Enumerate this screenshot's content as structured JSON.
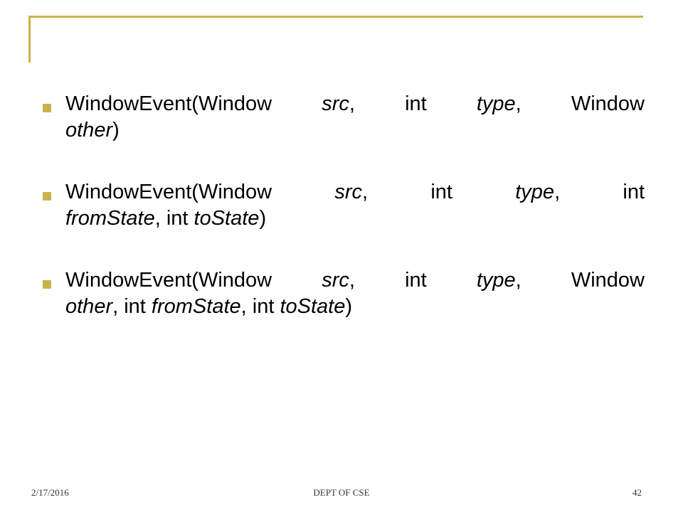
{
  "slide": {
    "bullets": [
      {
        "line1": [
          "WindowEvent(Window ",
          "src",
          ", int ",
          "type",
          ", Window"
        ],
        "line2": [
          "",
          "other",
          ")"
        ]
      },
      {
        "line1": [
          "WindowEvent(Window ",
          "src",
          ", int ",
          "type",
          ", int"
        ],
        "line2": [
          "",
          "fromState",
          ", int ",
          "toState",
          ")"
        ]
      },
      {
        "line1": [
          "WindowEvent(Window ",
          "src",
          ", int ",
          "type",
          ", Window"
        ],
        "line2": [
          "",
          "other",
          ", int ",
          "fromState",
          ", int ",
          "toState",
          ")"
        ]
      }
    ]
  },
  "footer": {
    "date": "2/17/2016",
    "department": "DEPT OF CSE",
    "page_number": "42"
  },
  "colors": {
    "accent": "#c8b44a",
    "text": "#000000"
  }
}
